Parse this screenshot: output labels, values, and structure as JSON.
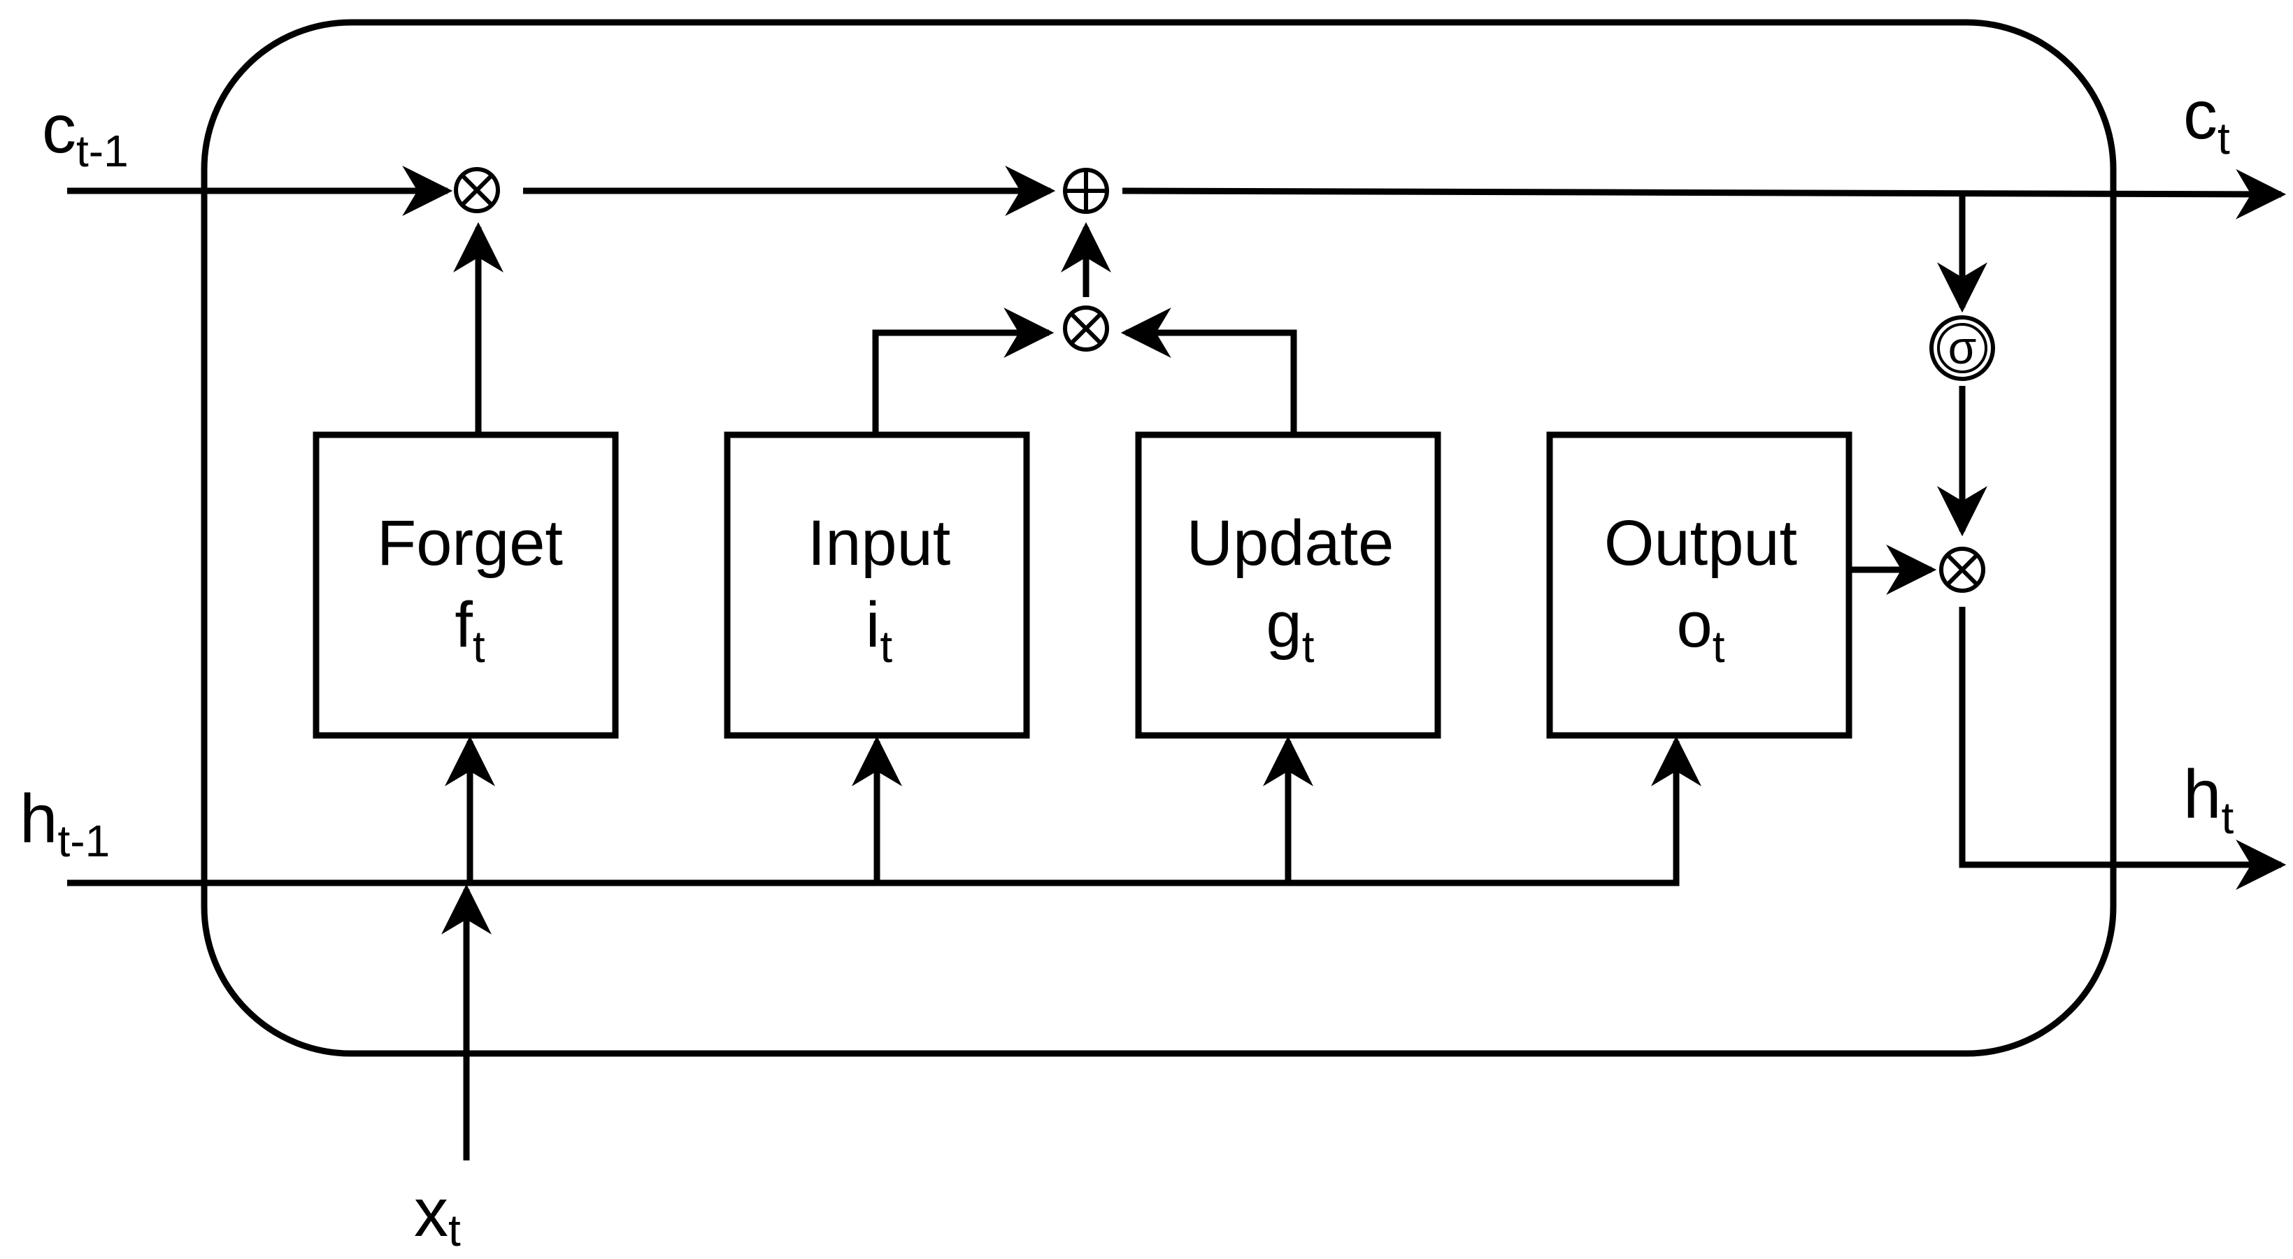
{
  "labels": {
    "c_prev": {
      "base": "c",
      "sub": "t-1"
    },
    "c_next": {
      "base": "c",
      "sub": "t"
    },
    "h_prev": {
      "base": "h",
      "sub": "t-1"
    },
    "h_next": {
      "base": "h",
      "sub": "t"
    },
    "x_in": {
      "base": "x",
      "sub": "t"
    }
  },
  "gates": [
    {
      "name": "Forget",
      "symbol": "f",
      "sub": "t"
    },
    {
      "name": "Input",
      "symbol": "i",
      "sub": "t"
    },
    {
      "name": "Update",
      "symbol": "g",
      "sub": "t"
    },
    {
      "name": "Output",
      "symbol": "o",
      "sub": "t"
    }
  ],
  "operators": {
    "forget_mult": "⊗",
    "cell_add": "⊕",
    "input_mult": "⊗",
    "activation": "σ",
    "output_mult": "⊗"
  },
  "colors": {
    "stroke": "#000000",
    "background": "#ffffff"
  }
}
